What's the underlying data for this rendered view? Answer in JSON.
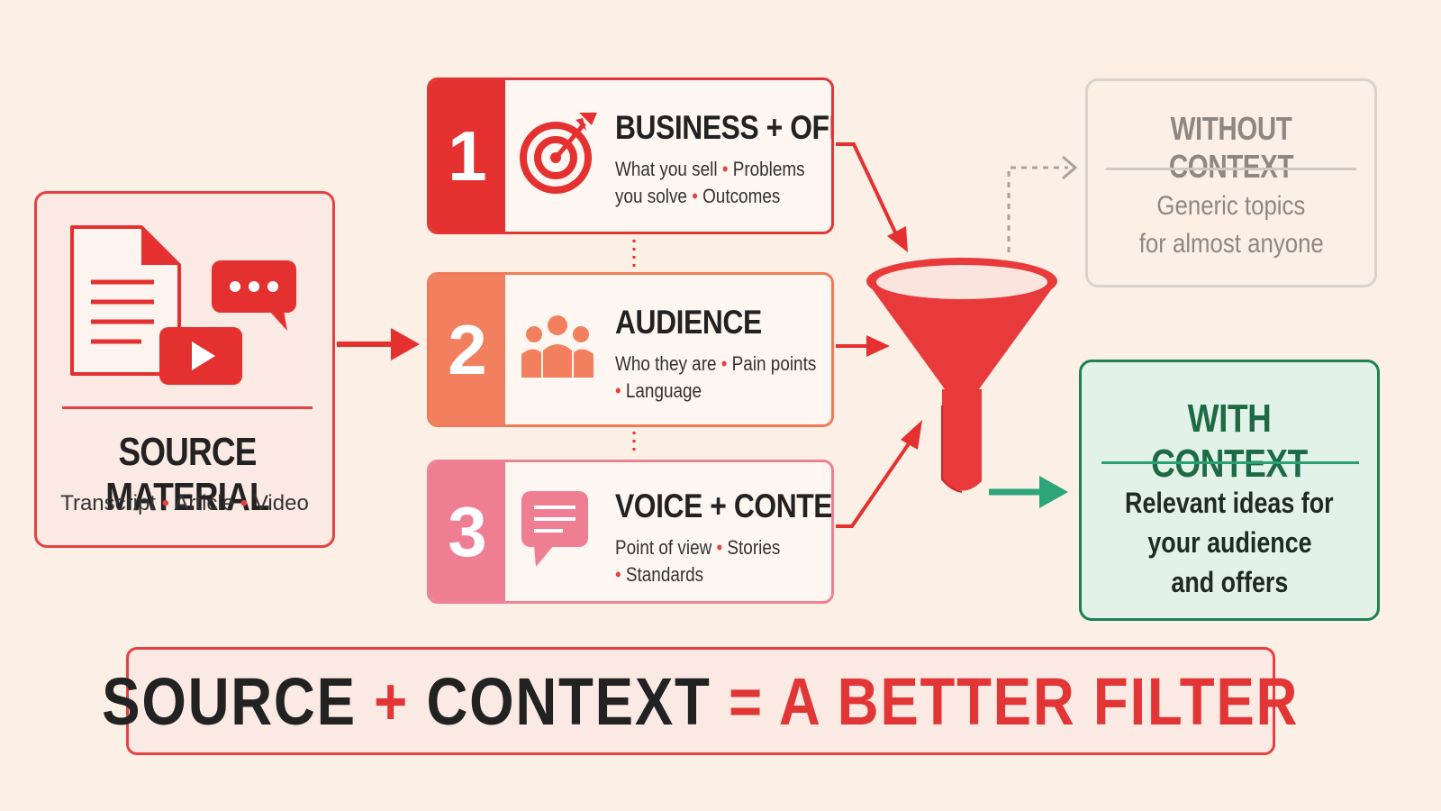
{
  "source": {
    "title": "SOURCE MATERIAL",
    "items": [
      "Transcript",
      "Article",
      "Video"
    ]
  },
  "steps": [
    {
      "number": "1",
      "title": "BUSINESS + OFFER",
      "desc_line1": "What you sell",
      "desc_line1b": "Problems",
      "desc_line2": "you solve",
      "desc_line2b": "Outcomes",
      "icon": "target-icon"
    },
    {
      "number": "2",
      "title": "AUDIENCE",
      "desc_line1": "Who they are",
      "desc_line1b": "Pain points",
      "desc_line2": "Language",
      "icon": "people-icon"
    },
    {
      "number": "3",
      "title": "VOICE + CONTENT",
      "desc_line1": "Point of view",
      "desc_line1b": "Stories",
      "desc_line2": "Standards",
      "icon": "chat-bubble-icon"
    }
  ],
  "without_context": {
    "title": "WITHOUT CONTEXT",
    "line1": "Generic topics",
    "line2": "for almost anyone"
  },
  "with_context": {
    "title": "WITH CONTEXT",
    "line1": "Relevant ideas for",
    "line2": "your audience",
    "line3": "and offers"
  },
  "banner": {
    "part1": "SOURCE",
    "plus": "+",
    "part2": "CONTEXT",
    "equals": "=",
    "part3": "A BETTER FILTER"
  },
  "colors": {
    "red": "#e53030",
    "orange": "#f2805f",
    "pink": "#f07e93",
    "green": "#1f7f51",
    "teal_arrow": "#2ca57a",
    "gray": "#8e8782"
  }
}
